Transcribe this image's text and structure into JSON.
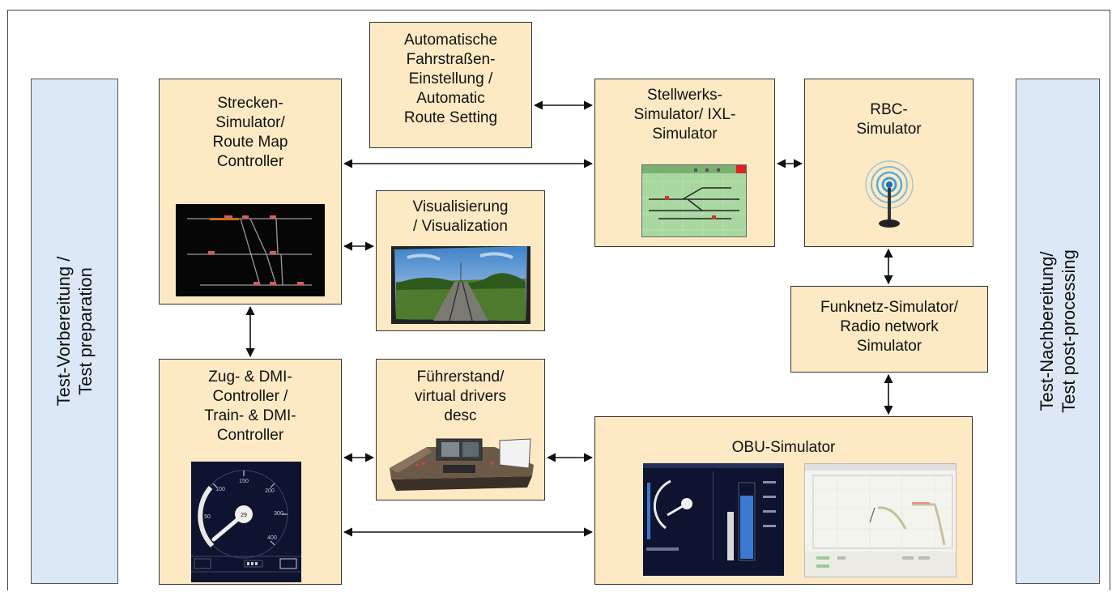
{
  "left_panel": {
    "line1": "Test-Vorbereitung /",
    "line2": "Test preparation"
  },
  "right_panel": {
    "line1": "Test-Nachbereitung/",
    "line2": "Test post-processing"
  },
  "boxes": {
    "ars": "Automatische\nFahrstraßen-\nEinstellung /\nAutomatic\nRoute Setting",
    "strecken": "Strecken-\nSimulator/\nRoute Map\nController",
    "stellwerk": "Stellwerks-\nSimulator/ IXL-\nSimulator",
    "rbc": "RBC-\nSimulator",
    "visual": "Visualisierung\n/ Visualization",
    "funk": "Funknetz-Simulator/\nRadio network\nSimulator",
    "zug": "Zug- & DMI-\nController /\nTrain- & DMI-\nController",
    "fuehrer": "Führerstand/\nvirtual drivers\ndesc",
    "obu": "OBU-Simulator"
  },
  "dmi_speedo": {
    "ticks": [
      "50",
      "100",
      "150",
      "200",
      "300",
      "400"
    ],
    "needle_value": "29"
  },
  "colors": {
    "box_fill": "#fdeac4",
    "side_fill": "#dce8f6",
    "border": "#333333"
  },
  "icons": {
    "route_map": "track-layout-screenshot",
    "ixl": "interlocking-screen-screenshot",
    "rbc": "radio-antenna-icon",
    "visual": "train-view-screenshot",
    "cab": "driver-cab-screenshot",
    "dmi": "speedometer-screenshot",
    "obu": "obu-monitor-screenshots"
  }
}
